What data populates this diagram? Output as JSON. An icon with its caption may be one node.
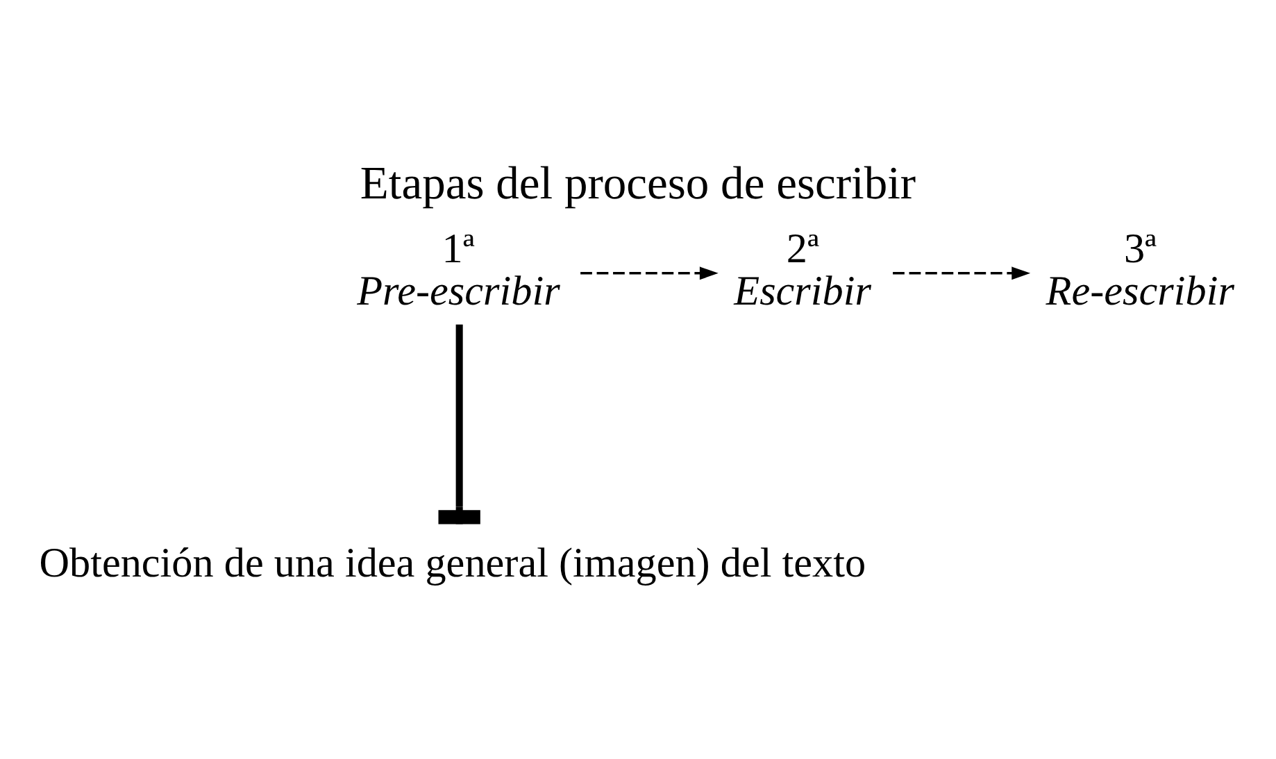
{
  "diagram": {
    "title": "Etapas del proceso de escribir",
    "nodes": [
      {
        "text": [
          "1ª",
          "Pre-escribir"
        ]
      },
      {
        "text": [
          "2ª",
          "Escribir"
        ]
      },
      {
        "text": [
          "3ª",
          "Re-escribir"
        ]
      },
      {
        "text": [
          "Obtención de una idea general (imagen) del texto"
        ]
      }
    ],
    "edges": [
      {
        "from": 0,
        "to": 1,
        "arrow": "to",
        "style": "dashed"
      },
      {
        "from": 1,
        "to": 2,
        "arrow": "to",
        "style": "dashed"
      },
      {
        "from": 0,
        "to": 3,
        "arrow": "other",
        "style": "thick"
      }
    ]
  }
}
